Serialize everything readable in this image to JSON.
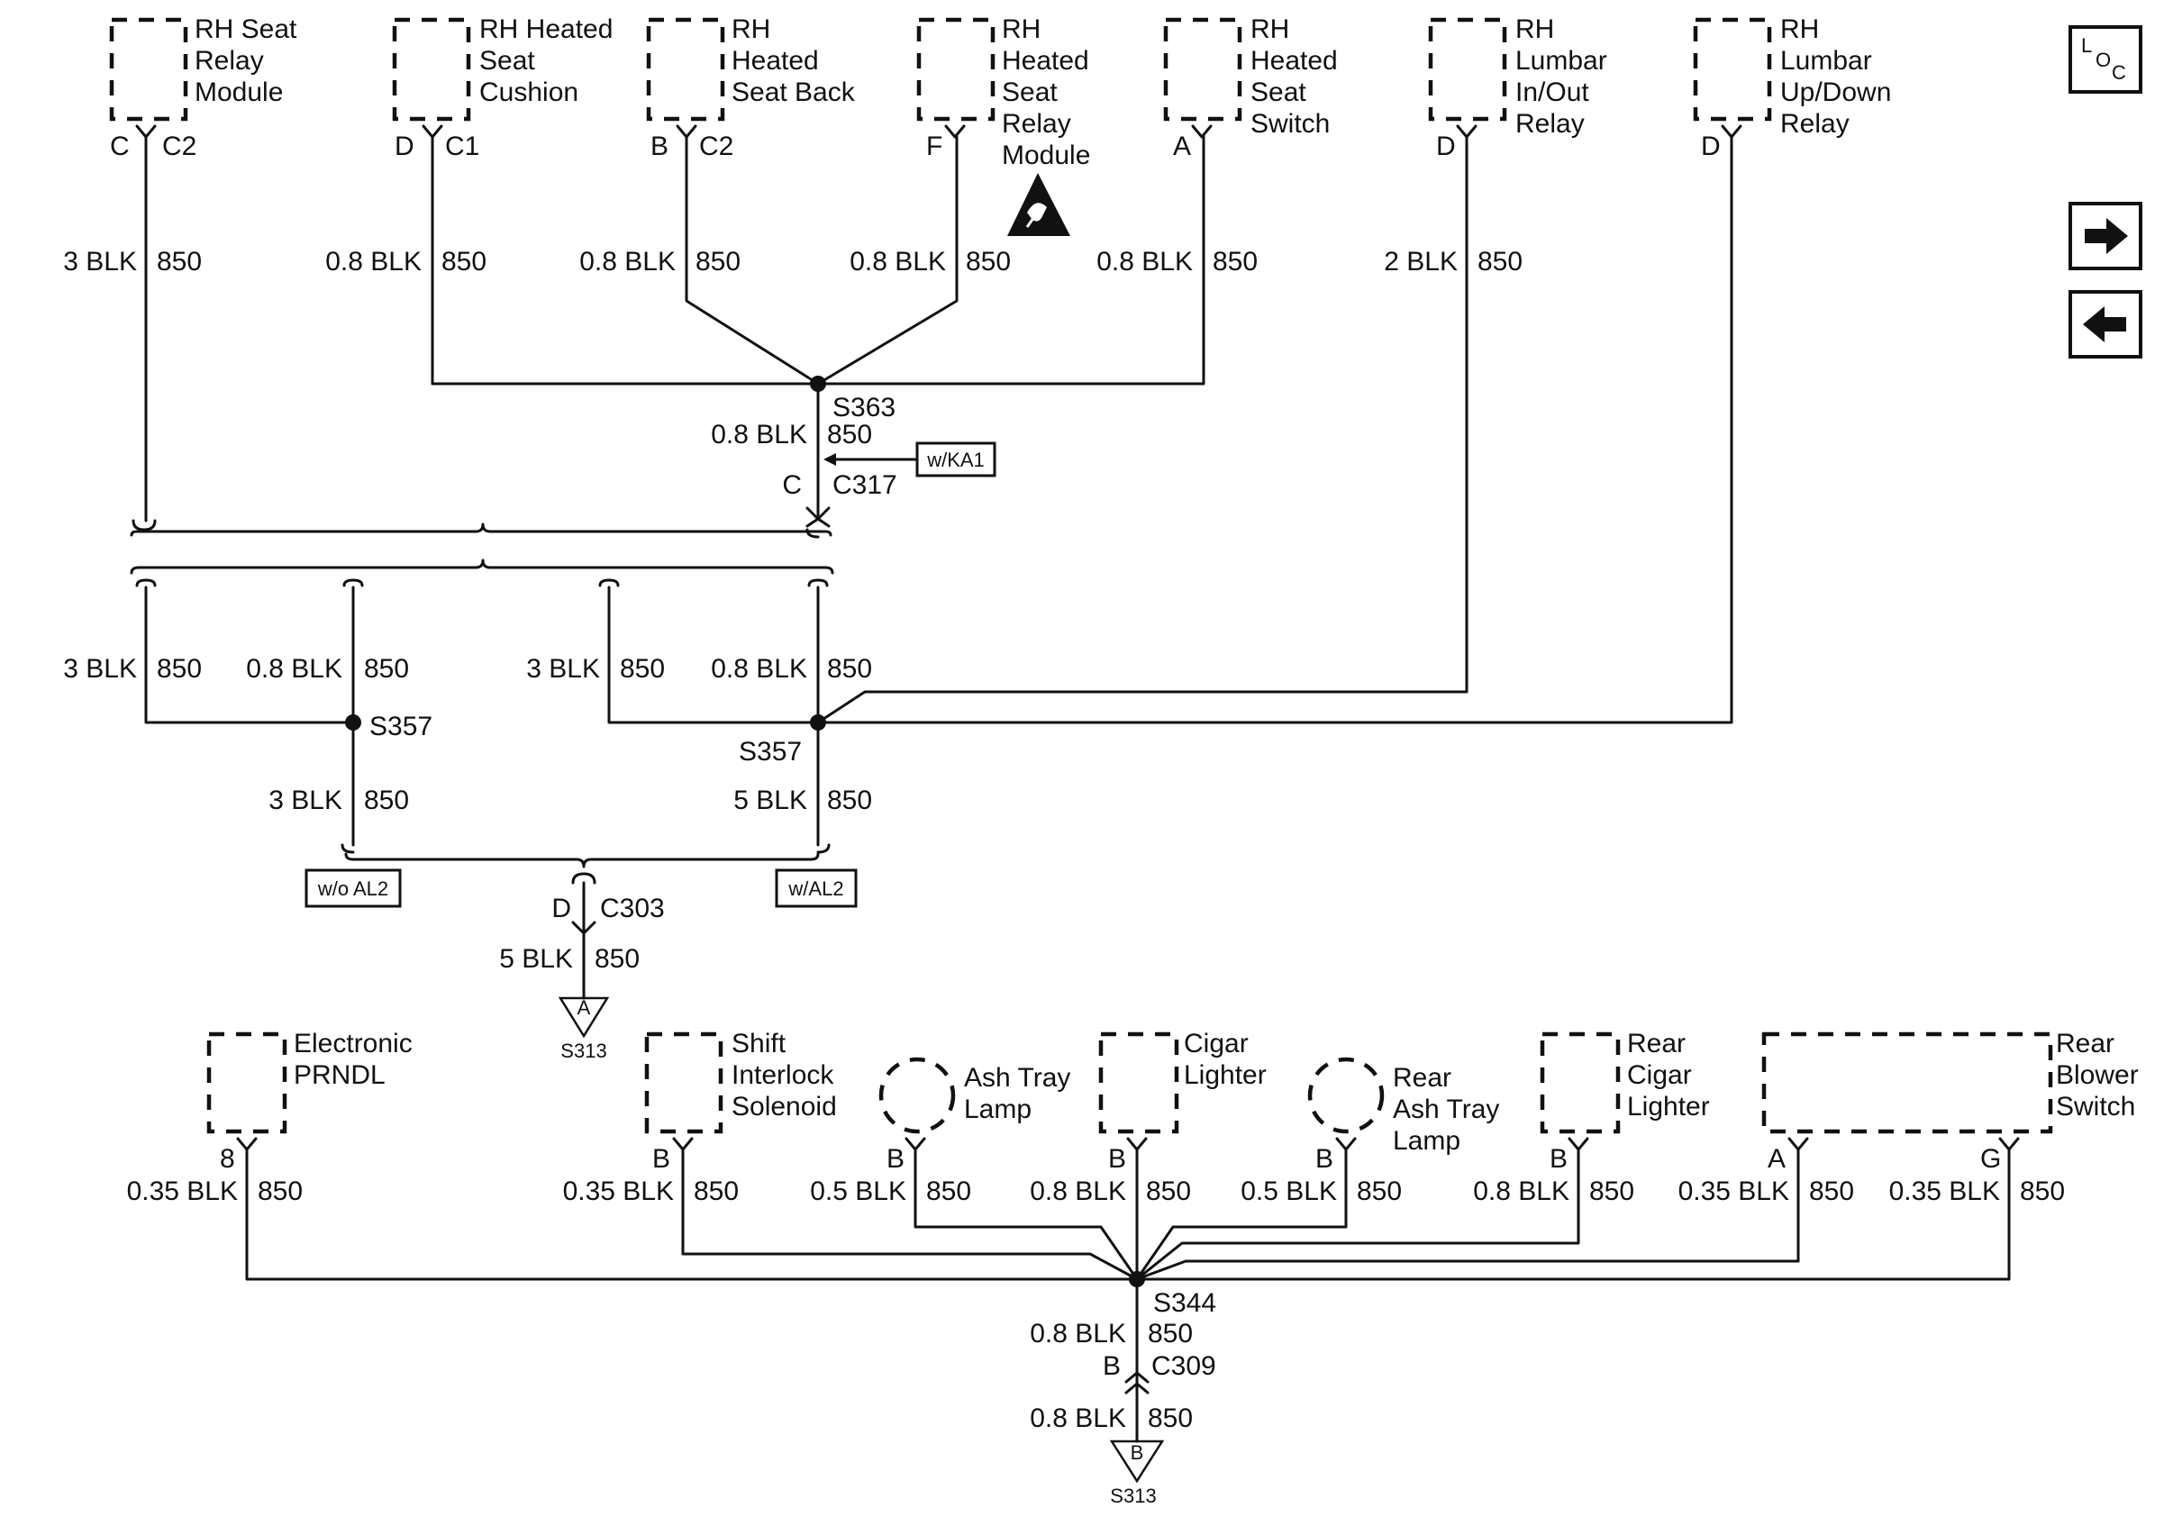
{
  "components": {
    "rh_seat_relay": [
      "RH Seat",
      "Relay",
      "Module"
    ],
    "rh_heated_seat_cushion": [
      "RH Heated",
      "Seat",
      "Cushion"
    ],
    "rh_heated_seat_back": [
      "RH",
      "Heated",
      "Seat Back"
    ],
    "rh_heated_seat_relay": [
      "RH",
      "Heated",
      "Seat",
      "Relay",
      "Module"
    ],
    "rh_heated_seat_switch": [
      "RH",
      "Heated",
      "Seat",
      "Switch"
    ],
    "rh_lumbar_inout": [
      "RH",
      "Lumbar",
      "In/Out",
      "Relay"
    ],
    "rh_lumbar_updown": [
      "RH",
      "Lumbar",
      "Up/Down",
      "Relay"
    ],
    "electronic_prndl": [
      "Electronic",
      "PRNDL"
    ],
    "shift_interlock": [
      "Shift",
      "Interlock",
      "Solenoid"
    ],
    "ash_tray_lamp": [
      "Ash Tray",
      "Lamp"
    ],
    "cigar_lighter": [
      "Cigar",
      "Lighter"
    ],
    "rear_ash_tray_lamp": [
      "Rear",
      "Ash Tray",
      "Lamp"
    ],
    "rear_cigar_lighter": [
      "Rear",
      "Cigar",
      "Lighter"
    ],
    "rear_blower_switch": [
      "Rear",
      "Blower",
      "Switch"
    ]
  },
  "pins": {
    "seat_relay_pin": "C",
    "seat_relay_conn": "C2",
    "cushion_pin": "D",
    "cushion_conn": "C1",
    "seatback_pin": "B",
    "seatback_conn": "C2",
    "heat_relay_pin": "F",
    "heat_switch_pin": "A",
    "lumbar_io_pin": "D",
    "lumbar_ud_pin": "D",
    "prndl_pin": "8",
    "interlock_pin": "B",
    "ashtray_pin": "B",
    "cigar_pin": "B",
    "rear_ashtray_pin": "B",
    "rear_cigar_pin": "B",
    "blower_pin_a": "A",
    "blower_pin_g": "G",
    "c317_pin": "C",
    "c303_pin": "D",
    "c309_pin": "B"
  },
  "wires": {
    "circuit": "850",
    "w3blk": "3 BLK",
    "w08blk": "0.8 BLK",
    "w2blk": "2 BLK",
    "w5blk": "5 BLK",
    "w035blk": "0.35 BLK",
    "w05blk": "0.5 BLK"
  },
  "splices": {
    "s363": "S363",
    "s357": "S357",
    "s344": "S344",
    "s313": "S313"
  },
  "connectors": {
    "c317": "C317",
    "c303": "C303",
    "c309": "C309"
  },
  "grounds": {
    "ground_a": "A",
    "ground_b": "B"
  },
  "options": {
    "with_ka1": "w/KA1",
    "without_al2": "w/o AL2",
    "with_al2": "w/AL2"
  },
  "nav": {
    "loc_l": "L",
    "loc_o": "O",
    "loc_c": "C"
  }
}
